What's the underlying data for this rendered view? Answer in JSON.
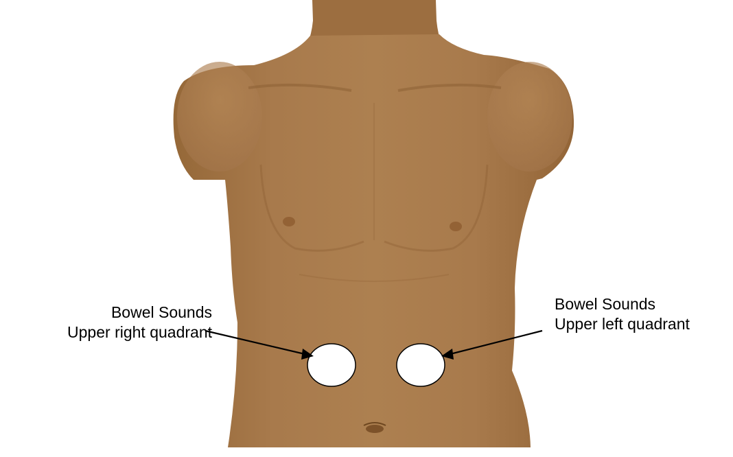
{
  "colors": {
    "skin": "#a87a4c",
    "skin_shadow": "#8f6439",
    "skin_highlight": "#b98b5a",
    "marker_fill": "#ffffff",
    "marker_stroke": "#000000",
    "text": "#000000",
    "background": "#ffffff"
  },
  "annotations": {
    "upper_right": {
      "title": "Bowel Sounds",
      "subtitle": "Upper right quadrant"
    },
    "upper_left": {
      "title": "Bowel Sounds",
      "subtitle": "Upper left quadrant"
    }
  },
  "figure": {
    "subject": "torso-illustration",
    "marker_count": 2
  }
}
